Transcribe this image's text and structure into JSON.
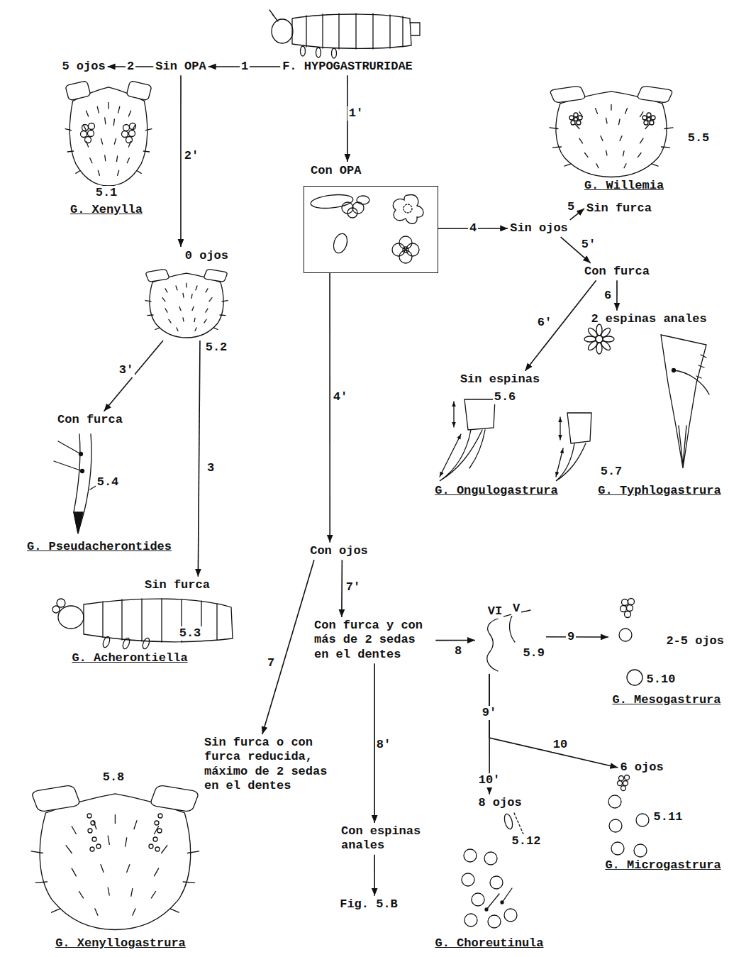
{
  "diagram": {
    "nodes": [
      {
        "text": [
          "F. HYPOGASTRURIDAE"
        ]
      },
      {
        "text": [
          "Sin OPA"
        ]
      },
      {
        "text": [
          "5 ojos"
        ]
      },
      {
        "text": [
          "G. Willemia"
        ]
      },
      {
        "text": [
          "G. Xenylla"
        ]
      },
      {
        "text": [
          "Con OPA"
        ]
      },
      {
        "text": [
          "Sin furca"
        ]
      },
      {
        "text": [
          "Sin ojos"
        ]
      },
      {
        "text": [
          "0 ojos"
        ]
      },
      {
        "text": [
          "Con furca"
        ]
      },
      {
        "text": [
          "2 espinas anales"
        ]
      },
      {
        "text": [
          "Sin espinas"
        ]
      },
      {
        "text": [
          "Con furca"
        ]
      },
      {
        "text": [
          "G. Ongulogastrura"
        ]
      },
      {
        "text": [
          "G. Typhlogastrura"
        ]
      },
      {
        "text": [
          "G. Pseudacherontides"
        ]
      },
      {
        "text": [
          "Con ojos"
        ]
      },
      {
        "text": [
          "Sin furca"
        ]
      },
      {
        "text": [
          "Con furca y con más de 2 sedas en el dentes"
        ]
      },
      {
        "text": [
          "5.9"
        ]
      },
      {
        "text": [
          "2-5 ojos"
        ]
      },
      {
        "text": [
          "G. Acherontiella"
        ]
      },
      {
        "text": [
          "G. Mesogastrura"
        ]
      },
      {
        "text": [
          "Sin furca o con furca reducida, máximo de 2 sedas en el dentes"
        ]
      },
      {
        "text": [
          "6 ojos"
        ]
      },
      {
        "text": [
          "8 ojos"
        ]
      },
      {
        "text": [
          "Con espinas anales"
        ]
      },
      {
        "text": [
          "G. Microgastrura"
        ]
      },
      {
        "text": [
          "Fig. 5.B"
        ]
      },
      {
        "text": [
          "G. Xenyllogastrura"
        ]
      },
      {
        "text": [
          "G. Choreutinula"
        ]
      }
    ],
    "edges": [
      {
        "from": 0,
        "to": 1,
        "label": "1",
        "arrow": "to"
      },
      {
        "from": 1,
        "to": 2,
        "label": "2",
        "arrow": "to"
      },
      {
        "from": 1,
        "to": 8,
        "label": "2'",
        "arrow": "to"
      },
      {
        "from": 0,
        "to": 5,
        "label": "1'",
        "arrow": "to"
      },
      {
        "from": 5,
        "to": 7,
        "label": "4",
        "arrow": "to"
      },
      {
        "from": 7,
        "to": 6,
        "label": "5",
        "arrow": "to"
      },
      {
        "from": 7,
        "to": 9,
        "label": "5'",
        "arrow": "to"
      },
      {
        "from": 9,
        "to": 10,
        "label": "6",
        "arrow": "to"
      },
      {
        "from": 9,
        "to": 11,
        "label": "6'",
        "arrow": "to"
      },
      {
        "from": 8,
        "to": 12,
        "label": "3'",
        "arrow": "to"
      },
      {
        "from": 8,
        "to": 17,
        "label": "3",
        "arrow": "to"
      },
      {
        "from": 5,
        "to": 16,
        "label": "4'",
        "arrow": "to"
      },
      {
        "from": 16,
        "to": 23,
        "label": "7",
        "arrow": "to"
      },
      {
        "from": 16,
        "to": 18,
        "label": "7'",
        "arrow": "to"
      },
      {
        "from": 18,
        "to": 19,
        "label": "8",
        "arrow": "to"
      },
      {
        "from": 19,
        "to": 20,
        "label": "9",
        "arrow": "to"
      },
      {
        "from": 18,
        "to": 26,
        "label": "8'",
        "arrow": "to"
      },
      {
        "from": 26,
        "to": 28,
        "arrow": "to"
      },
      {
        "from": 19,
        "to": 24,
        "label": "10",
        "arrow": "to"
      },
      {
        "from": 19,
        "to": 25,
        "label": "10'",
        "arrow": "to"
      }
    ],
    "labels": [
      "5.1",
      "5.5",
      "5.2",
      "5.6",
      "5.7",
      "5.4",
      "5.3",
      "VI",
      "V",
      "5.10",
      "9'",
      "5.11",
      "5.8",
      "5.12"
    ]
  }
}
